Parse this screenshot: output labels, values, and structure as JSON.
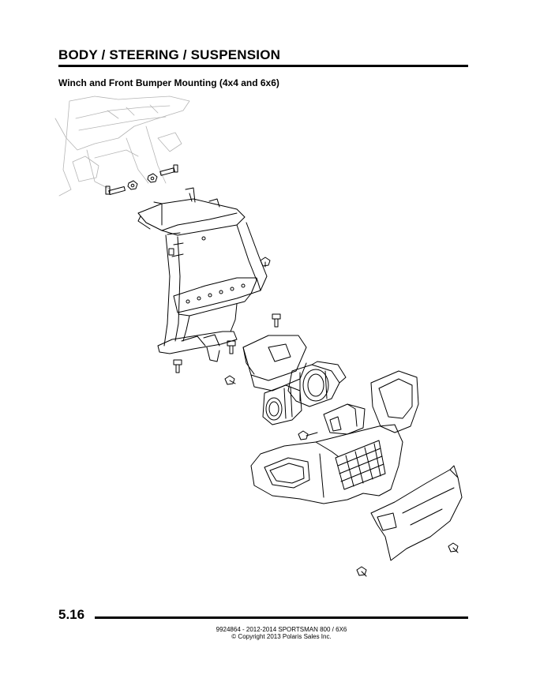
{
  "header": {
    "section_title": "BODY / STEERING / SUSPENSION",
    "subtitle": "Winch and Front Bumper Mounting (4x4 and 6x6)"
  },
  "footer": {
    "page_number": "5.16",
    "doc_line": "9924864 - 2012-2014 SPORTSMAN 800 / 6X6",
    "copyright": "© Copyright 2013 Polaris Sales Inc."
  }
}
